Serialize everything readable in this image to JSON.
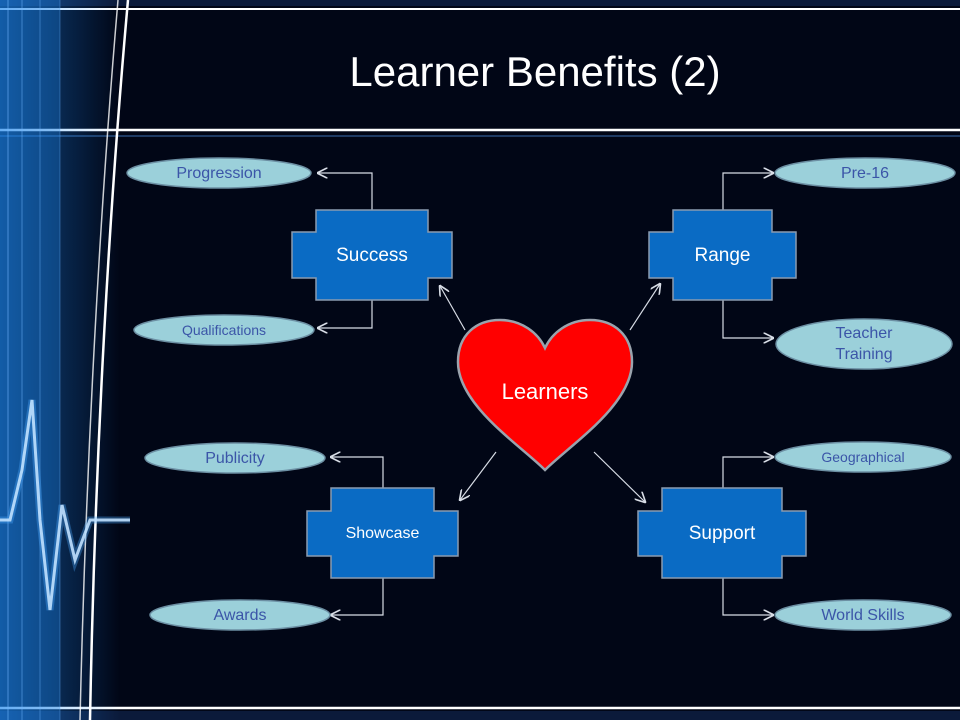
{
  "slide": {
    "title": "Learner Benefits (2)"
  },
  "colors": {
    "background": "#010616",
    "frame": "#ffffff",
    "accent_blue": "#1e90ff",
    "box_fill": "#0a6bc4",
    "box_stroke": "#8a9bb0",
    "oval_fill": "#9bd0da",
    "oval_text": "#3b55a8",
    "heart_fill": "#ff0000",
    "connector": "#d8dde6"
  },
  "diagram": {
    "center": {
      "label": "Learners",
      "icon": "heart-shape"
    },
    "branches": [
      {
        "id": "success",
        "label": "Success",
        "children": [
          "Progression",
          "Qualifications"
        ]
      },
      {
        "id": "range",
        "label": "Range",
        "children": [
          "Pre-16",
          "Teacher Training"
        ]
      },
      {
        "id": "showcase",
        "label": "Showcase",
        "children": [
          "Publicity",
          "Awards"
        ]
      },
      {
        "id": "support",
        "label": "Support",
        "children": [
          "Geographical",
          "World Skills"
        ]
      }
    ]
  }
}
